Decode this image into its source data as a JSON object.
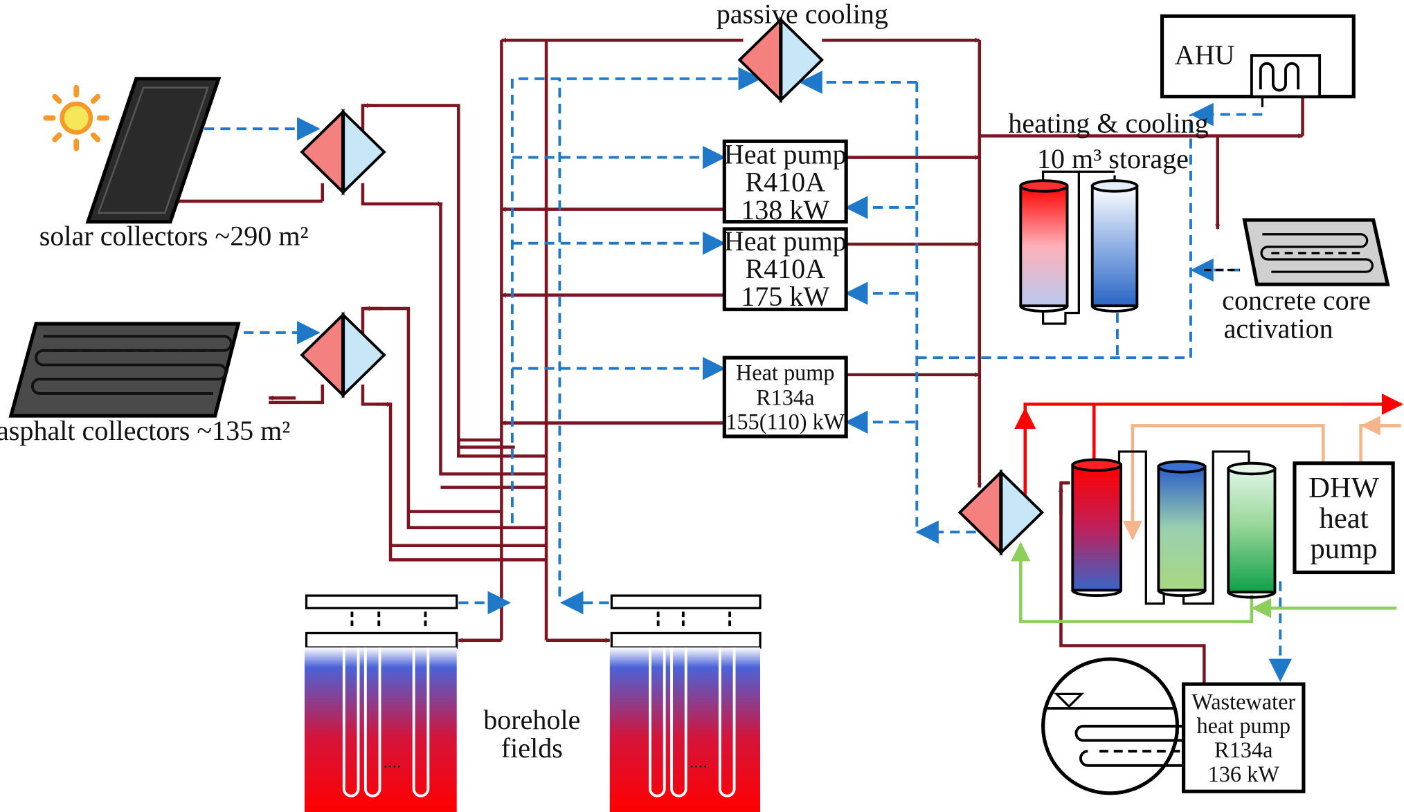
{
  "labels": {
    "passive_cooling": "passive cooling",
    "ahu": "AHU",
    "heating_cooling": "heating & cooling",
    "storage": "10 m³ storage",
    "solar": "solar collectors ~290 m²",
    "asphalt": "asphalt collectors ~135 m²",
    "concrete_1": "concrete core",
    "concrete_2": "activation",
    "borehole_1": "borehole",
    "borehole_2": "fields",
    "dhw_1": "DHW",
    "dhw_2": "heat",
    "dhw_3": "pump"
  },
  "heat_pumps": [
    {
      "line1": "Heat pump",
      "line2": "R410A",
      "line3": "138 kW"
    },
    {
      "line1": "Heat pump",
      "line2": "R410A",
      "line3": "175 kW"
    },
    {
      "line1": "Heat pump",
      "line2": "R134a",
      "line3": "155(110) kW"
    }
  ],
  "wastewater_hp": {
    "line1": "Wastewater",
    "line2": "heat pump",
    "line3": "R134a",
    "line4": "136 kW"
  },
  "colors": {
    "hot": "#7b1522",
    "cold_dashed": "#1f78c8",
    "red": "#ff0000",
    "peach": "#f5b48a",
    "green": "#8ccf5a",
    "hx_left": "#f58080",
    "hx_right": "#c7e6f8",
    "sun": "#f59a2a"
  }
}
